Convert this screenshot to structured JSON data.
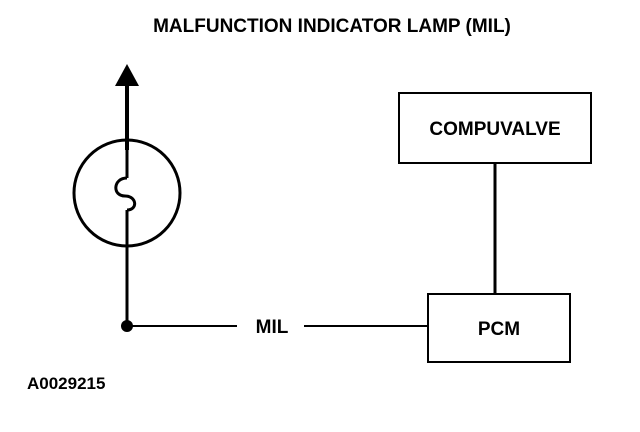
{
  "title": "MALFUNCTION INDICATOR LAMP (MIL)",
  "components": {
    "compuvalve": "COMPUVALVE",
    "pcm": "PCM"
  },
  "wire_label": "MIL",
  "reference_code": "A0029215",
  "colors": {
    "line": "#000000",
    "background": "#ffffff"
  },
  "icons": {
    "lamp": "lamp-bulb-icon",
    "arrow": "arrow-up-icon",
    "junction": "junction-dot-icon"
  }
}
